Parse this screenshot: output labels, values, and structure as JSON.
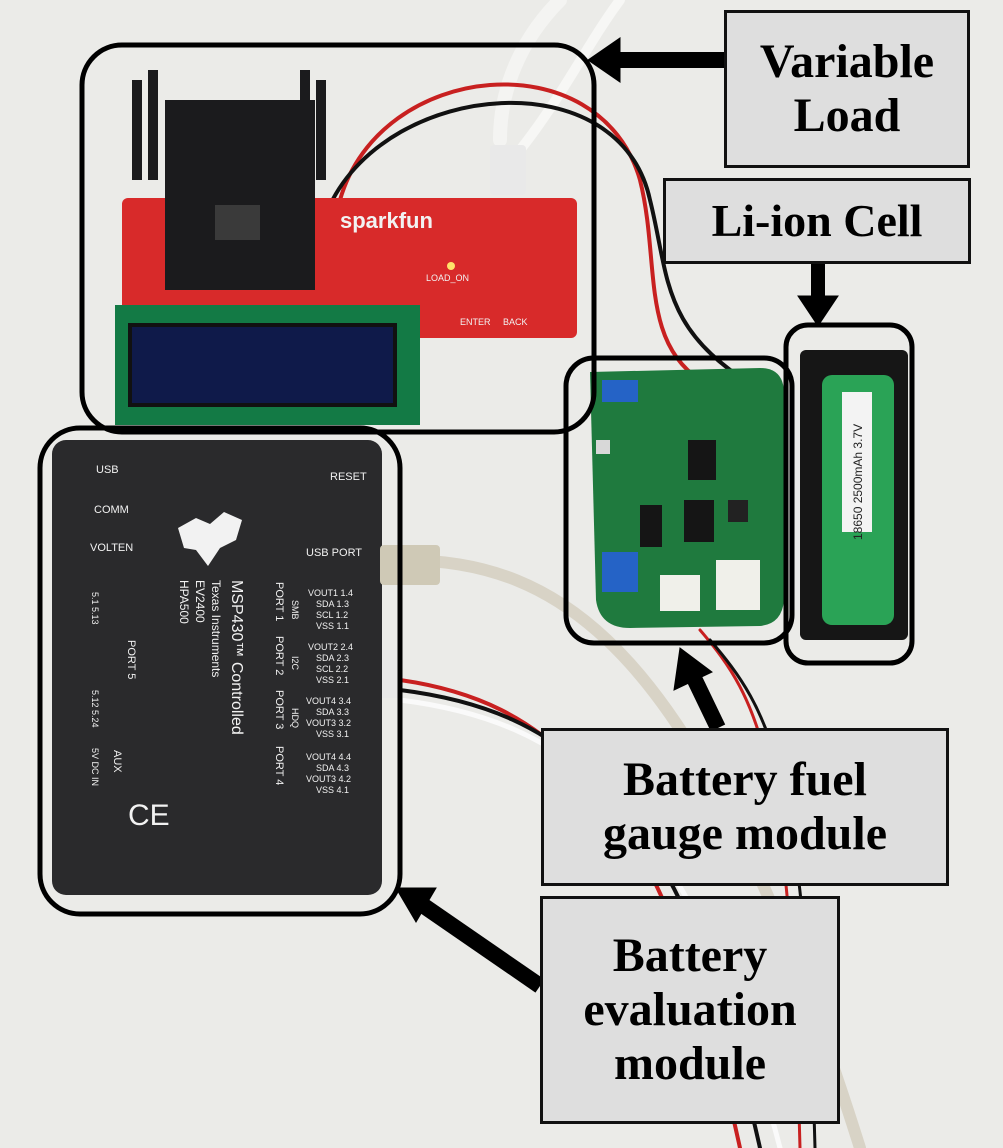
{
  "labels": {
    "variable_load": "Variable\nLoad",
    "li_ion_cell": "Li-ion Cell",
    "fuel_gauge": "Battery  fuel\ngauge   module",
    "evaluation_module": "Battery\nevaluation\nmodule"
  },
  "load_board": {
    "brand": "sparkfun",
    "load_on": "LOAD_ON",
    "enter": "ENTER",
    "back": "BACK"
  },
  "ev2400": {
    "usb": "USB",
    "comm": "COMM",
    "volten": "VOLTEN",
    "reset": "RESET",
    "usb_port": "USB PORT",
    "controller": "MSP430™ Controlled",
    "maker": "Texas Instruments",
    "model": "EV2400",
    "part": "HPA500",
    "port5": "PORT 5",
    "port5_pins_a": "5.1\n5.13",
    "port5_pins_b": "5.12\n5.24",
    "aux": "AUX",
    "dcin": "5V\nDC IN",
    "ports": [
      {
        "name": "PORT 1",
        "bus": "SMB",
        "pins": [
          "VOUT1 1.4",
          "SDA 1.3",
          "SCL 1.2",
          "VSS 1.1"
        ]
      },
      {
        "name": "PORT 2",
        "bus": "I2C",
        "pins": [
          "VOUT2 2.4",
          "SDA 2.3",
          "SCL 2.2",
          "VSS 2.1"
        ]
      },
      {
        "name": "PORT 3",
        "bus": "HDQ",
        "pins": [
          "VOUT4 3.4",
          "SDA 3.3",
          "VOUT3 3.2",
          "VSS 3.1"
        ]
      },
      {
        "name": "PORT 4",
        "bus": "",
        "pins": [
          "VOUT4 4.4",
          "SDA 4.3",
          "VOUT3 4.2",
          "VSS 4.1"
        ]
      }
    ],
    "ce": "CE"
  },
  "cell": {
    "printed": "18650 2500mAh 3.7V"
  },
  "colors": {
    "callout_fill": "#dedede",
    "outline": "#000000",
    "load_pcb": "#d82a2a",
    "gauge_pcb": "#1f7a3e",
    "cell_wrap": "#2aa356",
    "ev2400_case": "#2a2a2c"
  }
}
